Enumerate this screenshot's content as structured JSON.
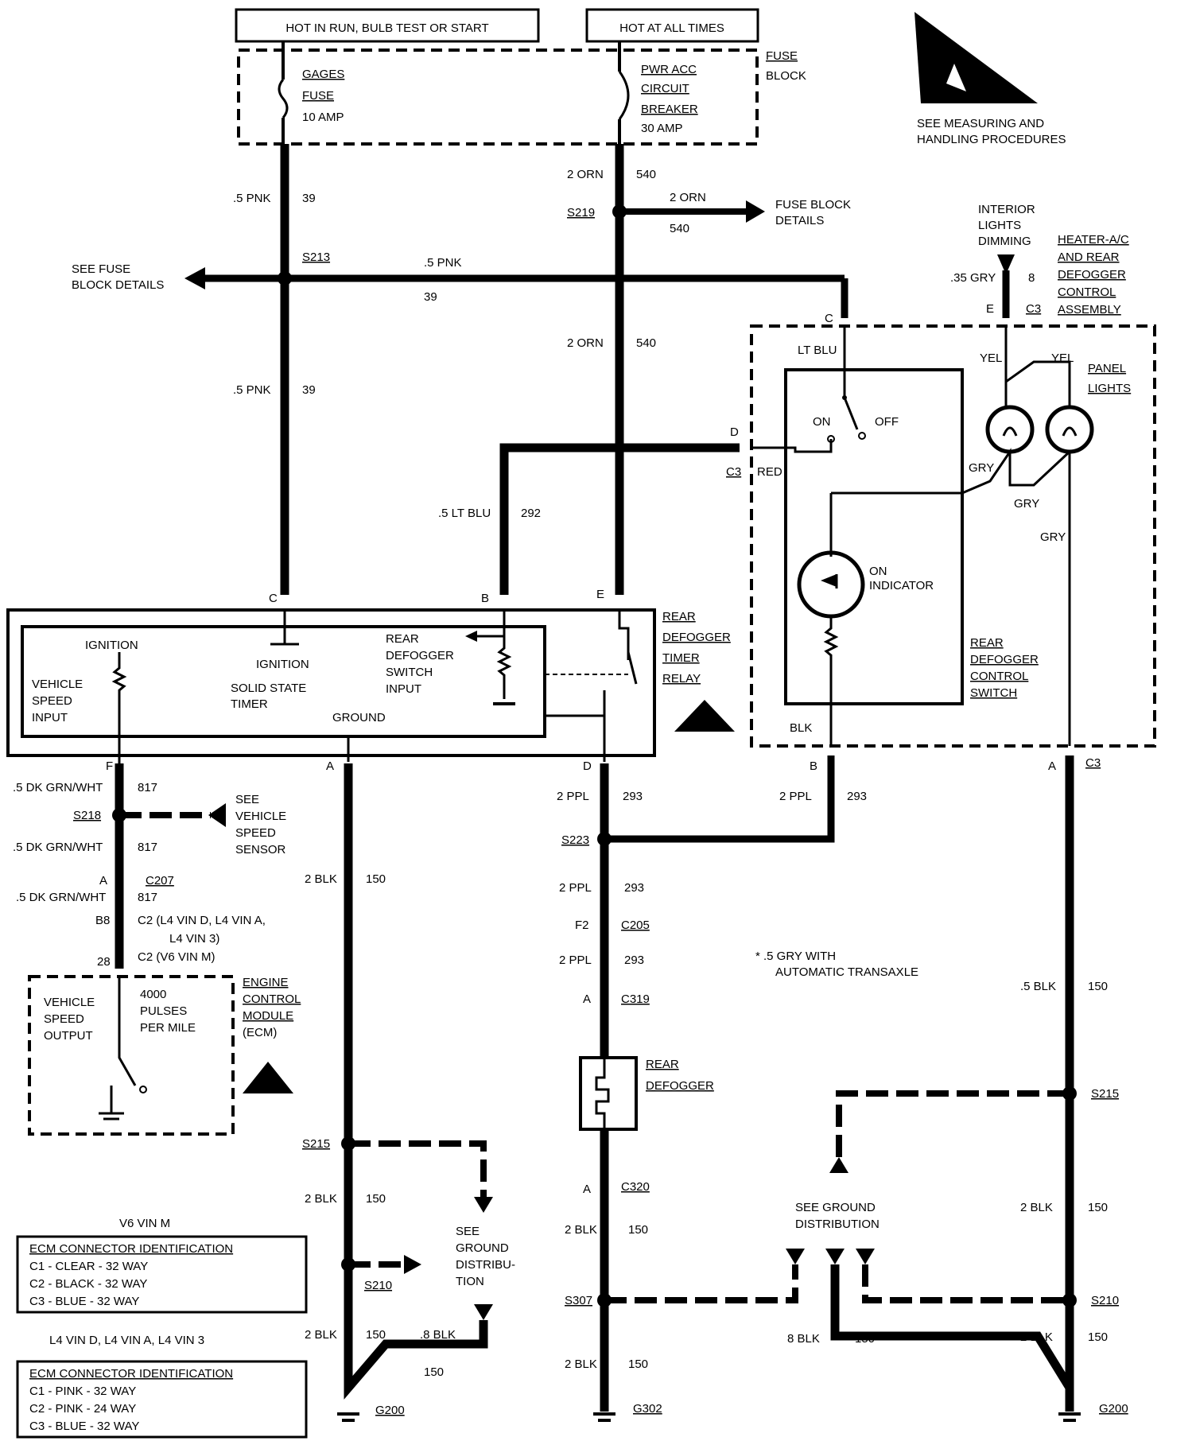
{
  "power": {
    "hot_run": "HOT IN RUN, BULB TEST OR START",
    "hot_all": "HOT AT ALL TIMES"
  },
  "fuse_block": {
    "label1": "FUSE",
    "label2": "BLOCK",
    "gages": [
      "GAGES",
      "FUSE",
      "10 AMP"
    ],
    "pwr_acc": [
      "PWR ACC",
      "CIRCUIT",
      "BREAKER",
      "30 AMP"
    ]
  },
  "esd_note": [
    "SEE MEASURING AND",
    "HANDLING PROCEDURES"
  ],
  "wires": {
    "pnk": ".5 PNK",
    "c39": "39",
    "orn": "2 ORN",
    "c540": "540",
    "ltblu": ".5 LT BLU",
    "c292": "292",
    "dkgrn": ".5 DK GRN/WHT",
    "c817": "817",
    "blk2": "2 BLK",
    "c150": "150",
    "ppl": "2 PPL",
    "c293": "293",
    "blk5": ".5 BLK",
    "blk8": ".8 BLK",
    "blk8b": "8 BLK",
    "gry35": ".35 GRY",
    "c8": "8"
  },
  "splices": {
    "s213": "S213",
    "s219": "S219",
    "s218": "S218",
    "s215": "S215",
    "s210": "S210",
    "s223": "S223",
    "s307": "S307",
    "s215b": "S215",
    "s210b": "S210"
  },
  "refs": {
    "see_fuse": [
      "SEE FUSE",
      "BLOCK DETAILS"
    ],
    "fuse_details": [
      "FUSE BLOCK",
      "DETAILS"
    ],
    "interior": [
      "INTERIOR",
      "LIGHTS",
      "DIMMING"
    ],
    "see_vss": [
      "SEE",
      "VEHICLE",
      "SPEED",
      "SENSOR"
    ],
    "see_gnd_left": [
      "SEE",
      "GROUND",
      "DISTRIBU-",
      "TION"
    ],
    "see_gnd_right": [
      "SEE GROUND",
      "DISTRIBUTION"
    ]
  },
  "hvac": [
    "HEATER-A/C",
    "AND REAR",
    "DEFOGGER",
    "CONTROL",
    "ASSEMBLY"
  ],
  "panel_lights": [
    "PANEL",
    "LIGHTS"
  ],
  "switch_labels": {
    "on": "ON",
    "off": "OFF",
    "on_ind": [
      "ON",
      "INDICATOR"
    ],
    "rdcs": [
      "REAR",
      "DEFOGGER",
      "CONTROL",
      "SWITCH"
    ],
    "ltblu": "LT BLU",
    "red": "RED",
    "yel": "YEL",
    "gry": "GRY",
    "blk": "BLK"
  },
  "relay": {
    "title": [
      "REAR",
      "DEFOGGER",
      "TIMER",
      "RELAY"
    ],
    "ignition": "IGNITION",
    "ignition2": "IGNITION",
    "vss_input": [
      "VEHICLE",
      "SPEED",
      "INPUT"
    ],
    "timer": [
      "SOLID STATE",
      "TIMER"
    ],
    "rd_input": [
      "REAR",
      "DEFOGGER",
      "SWITCH",
      "INPUT"
    ],
    "ground": "GROUND"
  },
  "pins": {
    "c": "C",
    "b": "B",
    "e": "E",
    "d": "D",
    "f": "F",
    "a": "A",
    "c3": "C3",
    "b8": "B8",
    "p28": "28",
    "f2": "F2"
  },
  "connectors": {
    "c207": "C207",
    "c205": "C205",
    "c319": "C319",
    "c320": "C320",
    "c2_l4": "C2 (L4 VIN D, L4 VIN A,",
    "c2_l4b": "L4 VIN 3)",
    "c2_v6": "C2 (V6 VIN M)"
  },
  "ecm": {
    "block": [
      "VEHICLE",
      "SPEED",
      "OUTPUT"
    ],
    "pulses": [
      "4000",
      "PULSES",
      "PER MILE"
    ],
    "title": [
      "ENGINE",
      "CONTROL",
      "MODULE",
      "(ECM)"
    ]
  },
  "defogger": [
    "REAR",
    "DEFOGGER"
  ],
  "note_gry": [
    "* .5 GRY WITH",
    "AUTOMATIC TRANSAXLE"
  ],
  "grounds": {
    "g200": "G200",
    "g302": "G302",
    "g200b": "G200"
  },
  "ecm_id_v6": {
    "heading": "V6 VIN M",
    "title": "ECM CONNECTOR IDENTIFICATION",
    "rows": [
      "C1 - CLEAR - 32 WAY",
      "C2 - BLACK - 32 WAY",
      "C3 - BLUE - 32 WAY"
    ]
  },
  "ecm_id_l4": {
    "heading": "L4 VIN D, L4 VIN A, L4 VIN 3",
    "title": "ECM CONNECTOR IDENTIFICATION",
    "rows": [
      "C1 - PINK - 32 WAY",
      "C2 - PINK - 24 WAY",
      "C3 - BLUE - 32 WAY"
    ]
  }
}
